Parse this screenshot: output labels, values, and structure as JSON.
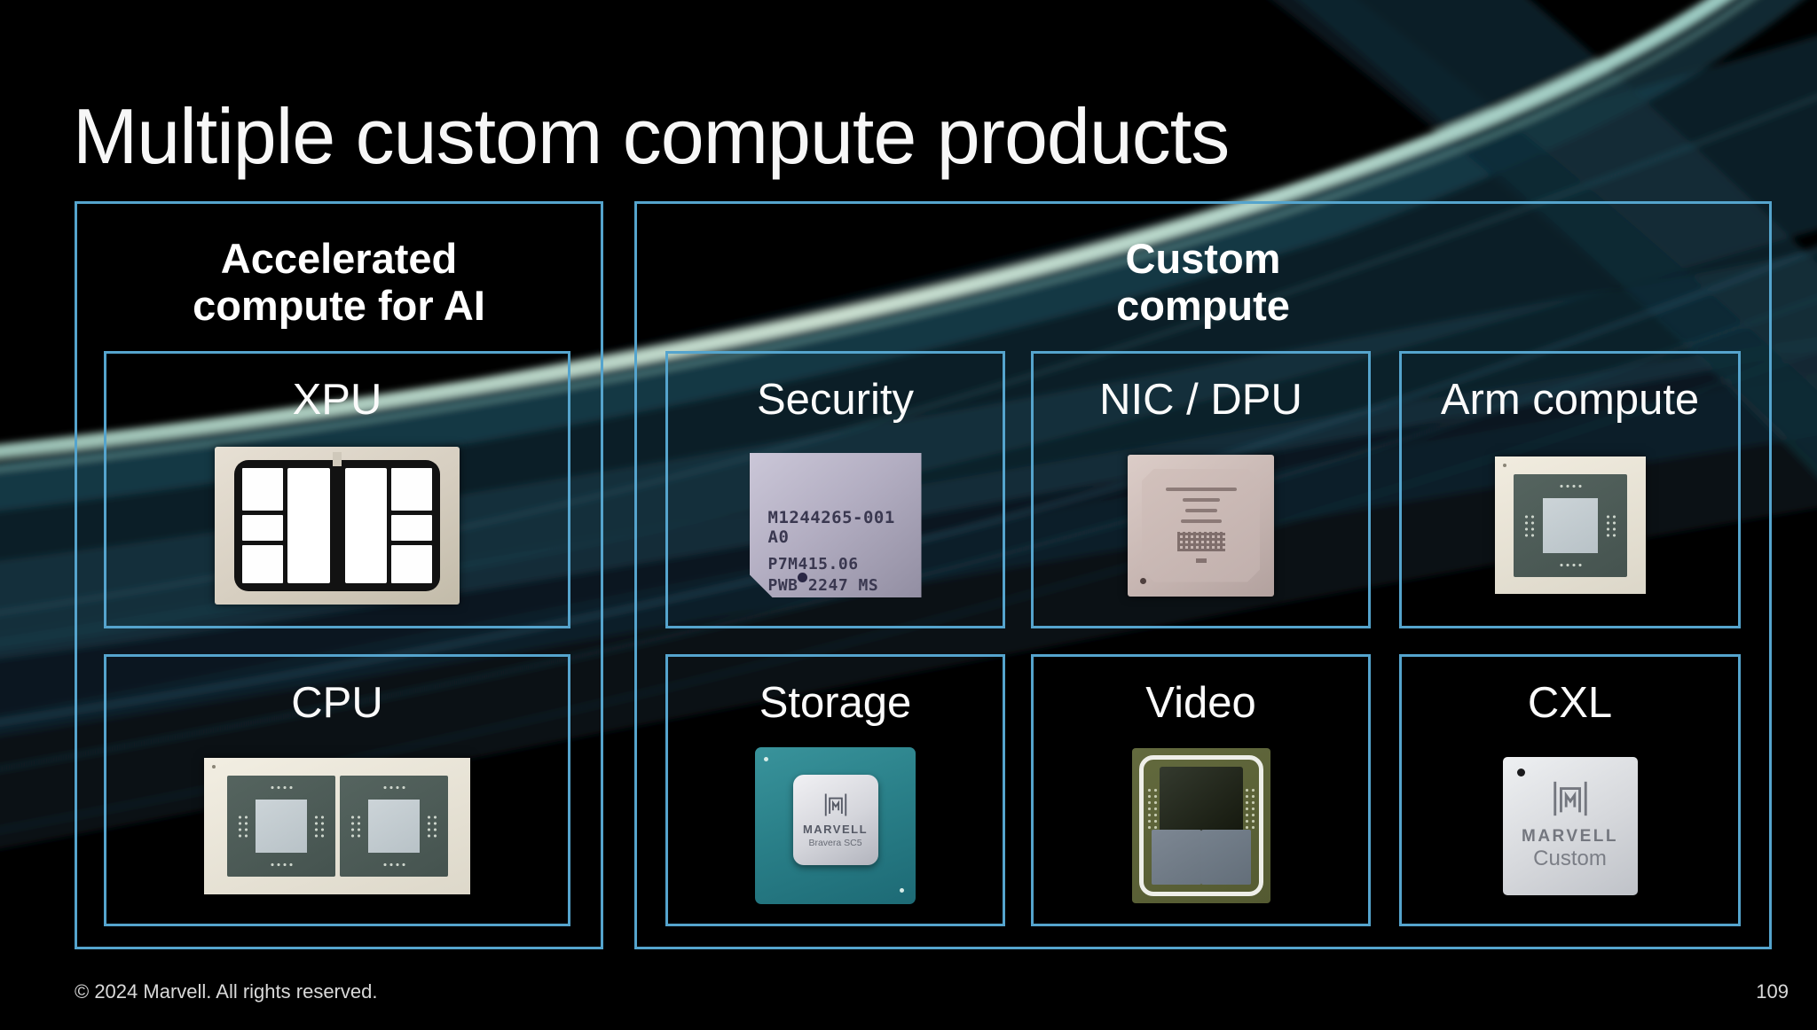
{
  "slide": {
    "title": "Multiple custom compute products",
    "copyright": "© 2024 Marvell. All rights reserved.",
    "page_number": "109"
  },
  "groups": {
    "ai": {
      "title": "Accelerated\ncompute for AI",
      "products": {
        "xpu": {
          "label": "XPU"
        },
        "cpu": {
          "label": "CPU"
        }
      }
    },
    "custom": {
      "title": "Custom\ncompute",
      "products": {
        "security": {
          "label": "Security"
        },
        "nic_dpu": {
          "label": "NIC / DPU"
        },
        "arm": {
          "label": "Arm compute"
        },
        "storage": {
          "label": "Storage"
        },
        "video": {
          "label": "Video"
        },
        "cxl": {
          "label": "CXL"
        }
      }
    }
  },
  "chips": {
    "security": {
      "marking_line1": "M1244265-001 A0",
      "marking_line2": "P7M415.06",
      "marking_line3": "PWB 2247 MS"
    },
    "storage": {
      "brand": "MARVELL",
      "product": "Bravera SC5"
    },
    "cxl": {
      "brand": "MARVELL",
      "product": "Custom"
    }
  },
  "colors": {
    "accent_border": "#55a4cd",
    "background": "#000000",
    "swoosh_dark": "#1b3f50",
    "swoosh_highlight": "#c9e2d4"
  }
}
